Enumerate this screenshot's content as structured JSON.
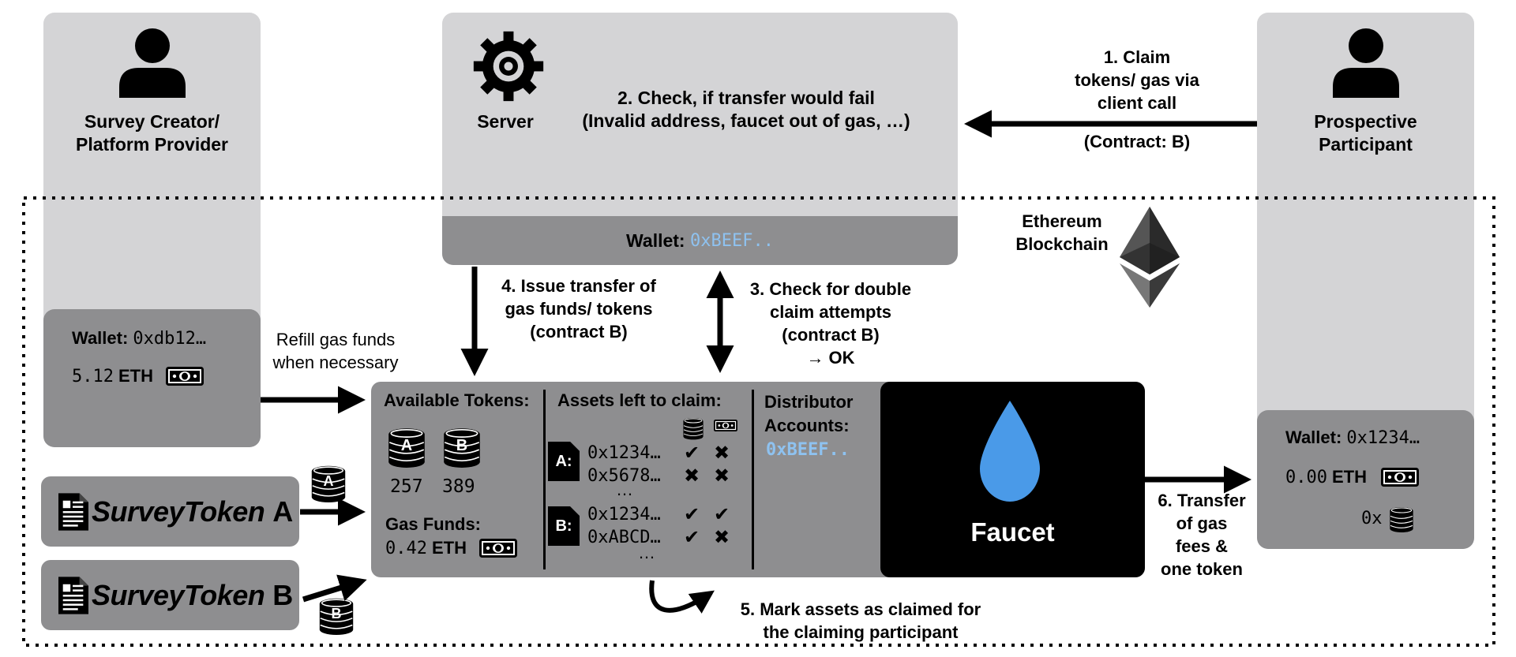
{
  "actors": {
    "creator": {
      "label_line1": "Survey Creator/",
      "label_line2": "Platform Provider"
    },
    "server": {
      "label": "Server"
    },
    "participant": {
      "label_line1": "Prospective",
      "label_line2": "Participant"
    }
  },
  "blockchain": {
    "label_line1": "Ethereum",
    "label_line2": "Blockchain"
  },
  "wallets": {
    "creator": {
      "label": "Wallet:",
      "address": "0xdb12…",
      "balance": "5.12",
      "unit": "ETH"
    },
    "server": {
      "label": "Wallet:",
      "address": "0xBEEF.."
    },
    "participant": {
      "label": "Wallet:",
      "address": "0x1234…",
      "balance": "0.00",
      "unit": "ETH",
      "token_count": "0x"
    }
  },
  "tokens": {
    "a": {
      "name": "SurveyToken",
      "letter": "A"
    },
    "b": {
      "name": "SurveyToken",
      "letter": "B"
    }
  },
  "faucet": {
    "title": "Faucet",
    "available_title": "Available Tokens:",
    "token_a_letter": "A",
    "token_b_letter": "B",
    "token_a_count": "257",
    "token_b_count": "389",
    "gas_title": "Gas Funds:",
    "gas_value": "0.42",
    "gas_unit": "ETH",
    "assets_title": "Assets left to claim:",
    "group_a_label": "A:",
    "group_b_label": "B:",
    "group_a_rows": [
      {
        "address": "0x1234…",
        "token": "✔",
        "gas": "✖"
      },
      {
        "address": "0x5678…",
        "token": "✖",
        "gas": "✖"
      }
    ],
    "group_b_rows": [
      {
        "address": "0x1234…",
        "token": "✔",
        "gas": "✔"
      },
      {
        "address": "0xABCD…",
        "token": "✔",
        "gas": "✖"
      }
    ],
    "ellipsis": "…",
    "distributor_line1": "Distributor",
    "distributor_line2": "Accounts:",
    "distributor_address": "0xBEEF.."
  },
  "steps": {
    "s1": {
      "line1": "1. Claim",
      "line2": "tokens/ gas via",
      "line3": "client call",
      "line4": "(Contract: B)"
    },
    "s2": {
      "line1": "2. Check, if transfer would fail",
      "line2": "(Invalid address, faucet out of gas, …)"
    },
    "s3": {
      "line1": "3. Check for double",
      "line2": "claim attempts",
      "line3": "(contract B)",
      "line4": "→ OK"
    },
    "s4": {
      "line1": "4. Issue transfer of",
      "line2": "gas funds/ tokens",
      "line3": "(contract B)"
    },
    "s5": {
      "line1": "5. Mark assets as claimed for",
      "line2": "the claiming participant"
    },
    "s6": {
      "line1": "6. Transfer",
      "line2": "of gas",
      "line3": "fees &",
      "line4": "one token"
    },
    "refill": {
      "line1": "Refill gas funds",
      "line2": "when necessary"
    }
  },
  "icons": [
    "person-icon",
    "gear-icon",
    "ethereum-icon",
    "coin-stack-icon",
    "banknote-icon",
    "document-icon",
    "droplet-icon",
    "check-icon",
    "cross-icon"
  ],
  "colors": {
    "panel_light": "#d4d4d6",
    "panel_dark": "#8e8e90",
    "address_blue": "#8ec2f0",
    "droplet_blue": "#4a9ae8",
    "faucet_bg": "#000000"
  }
}
